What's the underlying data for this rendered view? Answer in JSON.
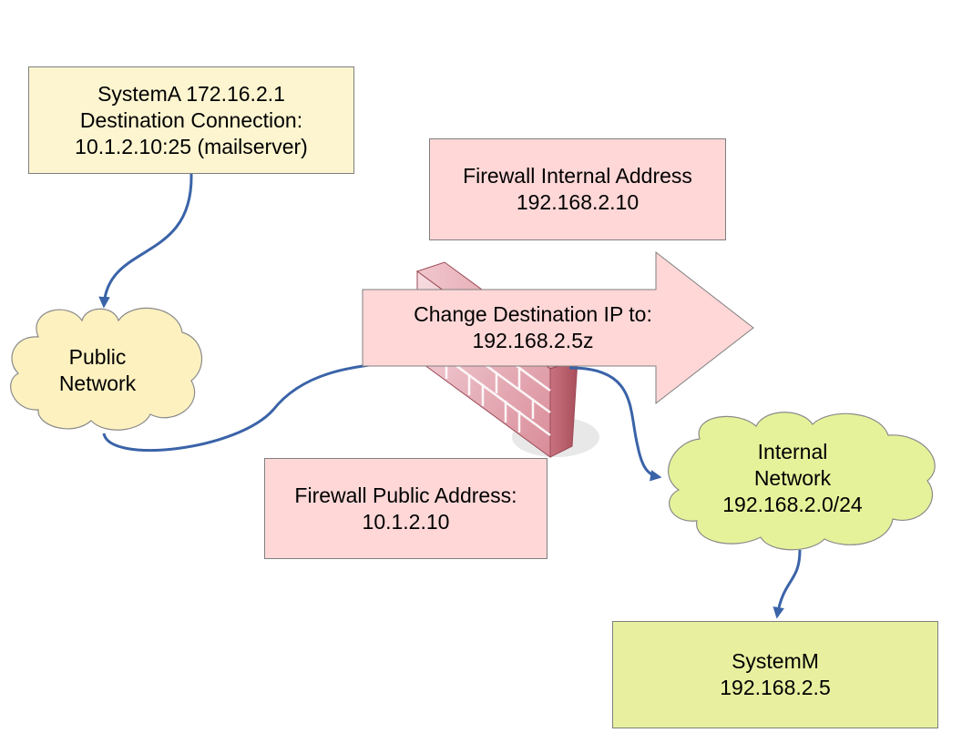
{
  "nodes": {
    "system_a": {
      "lines": [
        "SystemA 172.16.2.1",
        "Destination Connection:",
        "10.1.2.10:25 (mailserver)"
      ]
    },
    "firewall_internal": {
      "lines": [
        "Firewall Internal Address",
        "192.168.2.10"
      ]
    },
    "public_network": {
      "lines": [
        "Public",
        "Network"
      ]
    },
    "nat_arrow": {
      "lines": [
        "Change Destination IP to:",
        "192.168.2.5z"
      ]
    },
    "firewall_public": {
      "lines": [
        "Firewall Public Address:",
        "10.1.2.10"
      ]
    },
    "internal_network": {
      "lines": [
        "Internal",
        "Network",
        "192.168.2.0/24"
      ]
    },
    "system_m": {
      "lines": [
        "SystemM",
        "192.168.2.5"
      ]
    }
  },
  "colors": {
    "connector": "#3a63a8",
    "cloud_public": "#fdf1c0",
    "cloud_internal": "#e6f29a",
    "box_yellow": "#fdf5d0",
    "box_pink": "#ffd7d7",
    "box_green": "#e8f0a0",
    "firewall": "#e9b5be"
  },
  "icons": {
    "firewall": "brick-wall-icon",
    "cloud": "cloud-icon"
  }
}
